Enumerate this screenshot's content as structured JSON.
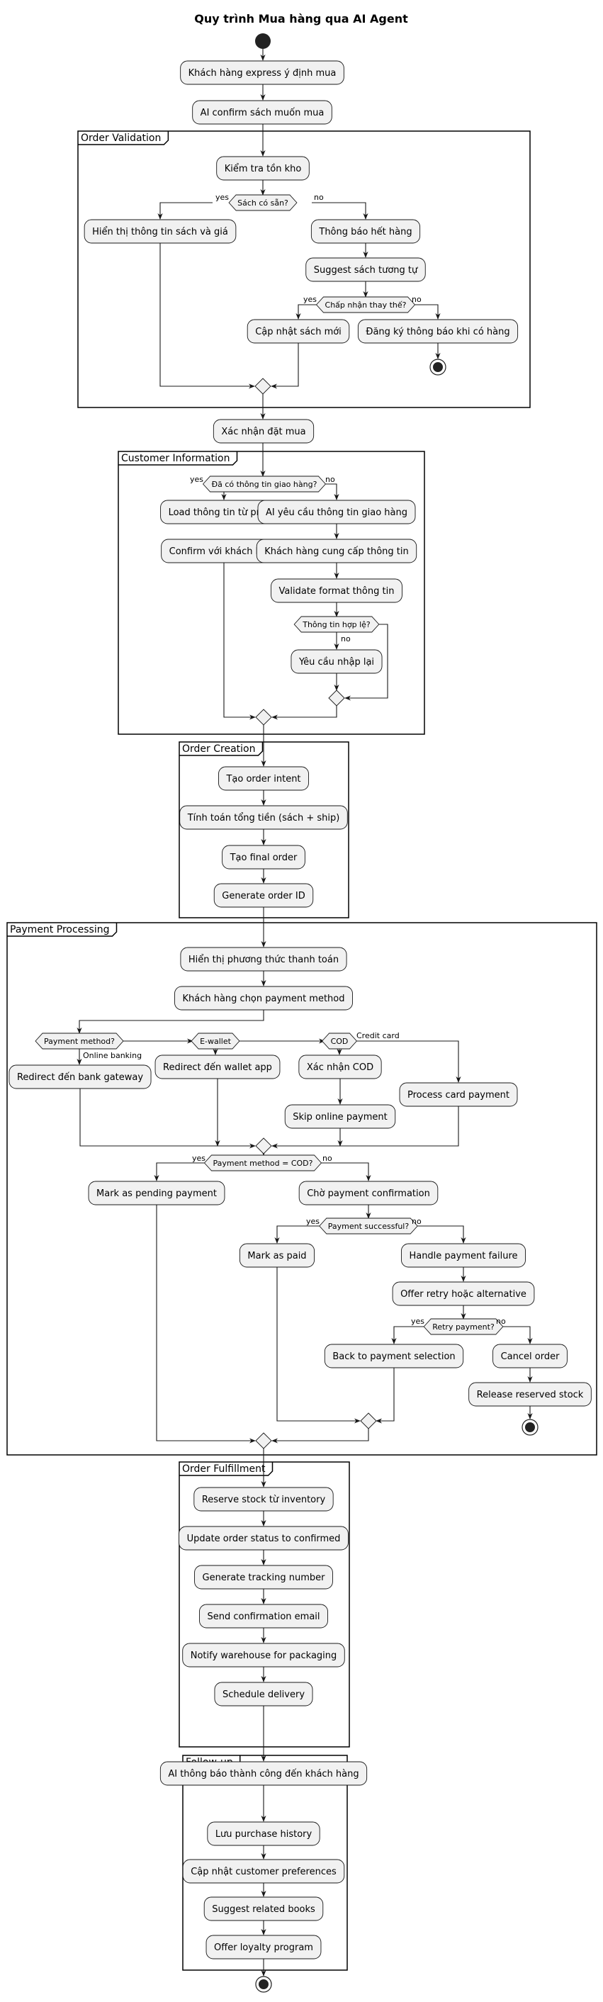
{
  "title": "Quy trình Mua hàng qua AI Agent",
  "partitions": {
    "p1": "Order Validation",
    "p2": "Customer Information",
    "p3": "Order Creation",
    "p4": "Payment Processing",
    "p5": "Order Fulfillment",
    "p6": "Follow-up"
  },
  "activities": {
    "a1": "Khách hàng express ý định mua",
    "a2": "AI confirm sách muốn mua",
    "a3": "Kiểm tra tồn kho",
    "a4": "Hiển thị thông tin sách và giá",
    "a5": "Thông báo hết hàng",
    "a6": "Suggest sách tương tự",
    "a7": "Cập nhật sách mới",
    "a8": "Đăng ký thông báo khi có hàng",
    "a9": "Xác nhận đặt mua",
    "a10": "Load thông tin từ profile",
    "a11": "Confirm với khách hàng",
    "a12": "AI yêu cầu thông tin giao hàng",
    "a13": "Khách hàng cung cấp thông tin",
    "a14": "Validate format thông tin",
    "a15": "Yêu cầu nhập lại",
    "a16": "Tạo order intent",
    "a17": "Tính toán tổng tiền (sách + ship)",
    "a18": "Tạo final order",
    "a19": "Generate order ID",
    "a20": "Hiển thị phương thức thanh toán",
    "a21": "Khách hàng chọn payment method",
    "a22": "Redirect đến bank gateway",
    "a23": "Redirect đến wallet app",
    "a24": "Xác nhận COD",
    "a25": "Skip online payment",
    "a26": "Process card payment",
    "a27": "Mark as pending payment",
    "a28": "Chờ payment confirmation",
    "a29": "Mark as paid",
    "a30": "Handle payment failure",
    "a31": "Offer retry hoặc alternative",
    "a32": "Back to payment selection",
    "a33": "Cancel order",
    "a34": "Release reserved stock",
    "a35": "Reserve stock từ inventory",
    "a36": "Update order status to confirmed",
    "a37": "Generate tracking number",
    "a38": "Send confirmation email",
    "a39": "Notify warehouse for packaging",
    "a40": "Schedule delivery",
    "a41": "AI thông báo thành công đến khách hàng",
    "a42": "Lưu purchase history",
    "a43": "Cập nhật customer preferences",
    "a44": "Suggest related books",
    "a45": "Offer loyalty program"
  },
  "decisions": {
    "d1": "Sách có sẵn?",
    "d2": "Chấp nhận thay thế?",
    "d3": "Đã có thông tin giao hàng?",
    "d4": "Thông tin hợp lệ?",
    "d5": "Payment method?",
    "d6": "E-wallet",
    "d7": "COD",
    "d8": "Payment method = COD?",
    "d9": "Payment successful?",
    "d10": "Retry payment?"
  },
  "labels": {
    "yes": "yes",
    "no": "no",
    "online_banking": "Online banking",
    "credit_card": "Credit card"
  }
}
